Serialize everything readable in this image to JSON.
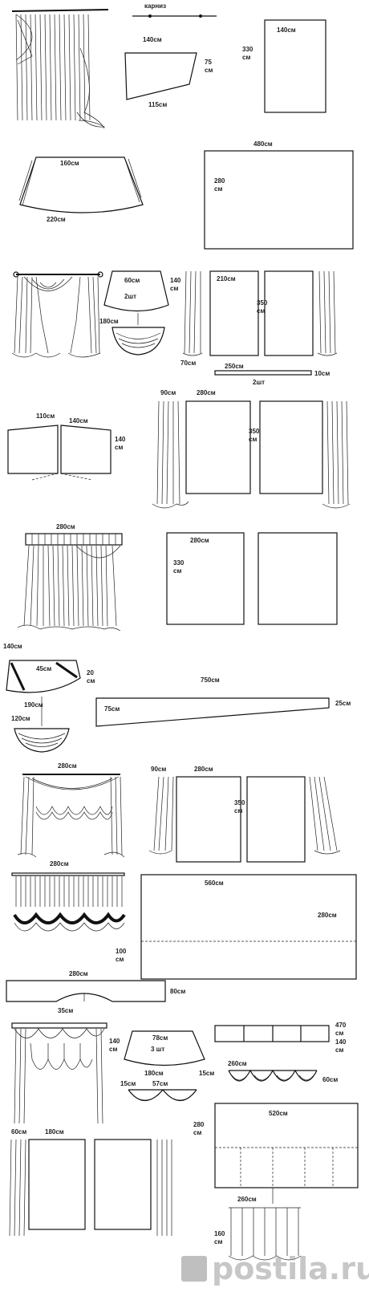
{
  "labels": {
    "rod": "карниз",
    "p1_top": "140см",
    "p1_side": "75",
    "p1_side_unit": "см",
    "p1_bottom": "115см",
    "p1_panel_h": "330",
    "p1_panel_h_unit": "см",
    "p1_panel_w": "140см",
    "p2_top": "160см",
    "p2_bottom": "220см",
    "p2_panel_w": "480см",
    "p2_panel_h": "280",
    "p2_panel_h_unit": "см",
    "p3_swag_top": "60см",
    "p3_swag_qty": "2шт",
    "p3_swag_side": "140",
    "p3_swag_side_unit": "см",
    "p3_swag_bottom": "180см",
    "p3_panel_w": "210см",
    "p3_panel_h": "350",
    "p3_panel_h_unit": "см",
    "p3_tie": "70см",
    "p3_strip": "250см",
    "p3_strip_w": "10см",
    "p3_strip_qty": "2шт",
    "p4_a": "110см",
    "p4_b": "140см",
    "p4_side": "140",
    "p4_side_unit": "см",
    "p4_side_w": "90см",
    "p4_panel_w": "280см",
    "p4_panel_h": "350",
    "p4_panel_h_unit": "см",
    "p5_top": "280см",
    "p5_panel_w": "280см",
    "p5_panel_h": "330",
    "p5_panel_h_unit": "см",
    "p6_side": "140см",
    "p6_top": "45см",
    "p6_right": "20",
    "p6_right_unit": "см",
    "p6_bottom": "190см",
    "p6_half": "120см",
    "p6_long": "750см",
    "p6_long_left": "75см",
    "p6_long_right": "25см",
    "p7_top": "280см",
    "p7_side_w": "90см",
    "p7_panel_w": "280см",
    "p7_panel_h": "350",
    "p7_panel_h_unit": "см",
    "p7_under": "280см",
    "p8_w": "560см",
    "p8_h": "280см",
    "p8_lower": "100",
    "p8_lower_unit": "см",
    "p9_top": "280см",
    "p9_right": "80см",
    "p9_dip": "35см",
    "p10_side": "140",
    "p10_side_unit": "см",
    "p10_swag_top": "78см",
    "p10_swag_qty": "3 шт",
    "p10_swag_bottom": "180см",
    "p10_swag_right": "15см",
    "p10_box_w": "470",
    "p10_box_w_unit": "см",
    "p10_box_h": "140",
    "p10_box_h_unit": "см",
    "p10_v1": "15см",
    "p10_v2": "57см",
    "p10_v3": "260см",
    "p10_v4": "60см",
    "p11_a": "60см",
    "p11_b": "180см",
    "p11_h": "280",
    "p11_h_unit": "см",
    "p11_w": "520см",
    "p11_roman_w": "260см",
    "p11_roman_h": "160",
    "p11_roman_h_unit": "см",
    "watermark": "postila.ru"
  }
}
